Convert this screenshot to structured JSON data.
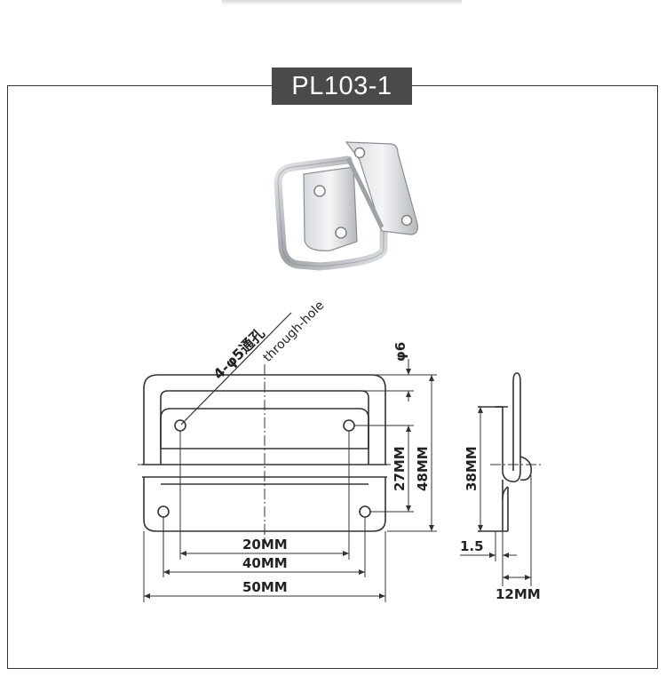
{
  "title": "PL103-1",
  "annotations": {
    "hole_spec": "4-φ5通孔",
    "hole_note": "through-hole",
    "hole_dia": "φ6"
  },
  "dimensions": {
    "d20": "20MM",
    "d40": "40MM",
    "d50": "50MM",
    "d27": "27MM",
    "d48": "48MM",
    "d38": "38MM",
    "d1_5": "1.5",
    "d12": "12MM"
  },
  "colors": {
    "tab_bg": "#4a4a4a",
    "line": "#333333",
    "metal": "#b8bcc0"
  },
  "icons": [
    "folding-handle-product-photo"
  ]
}
